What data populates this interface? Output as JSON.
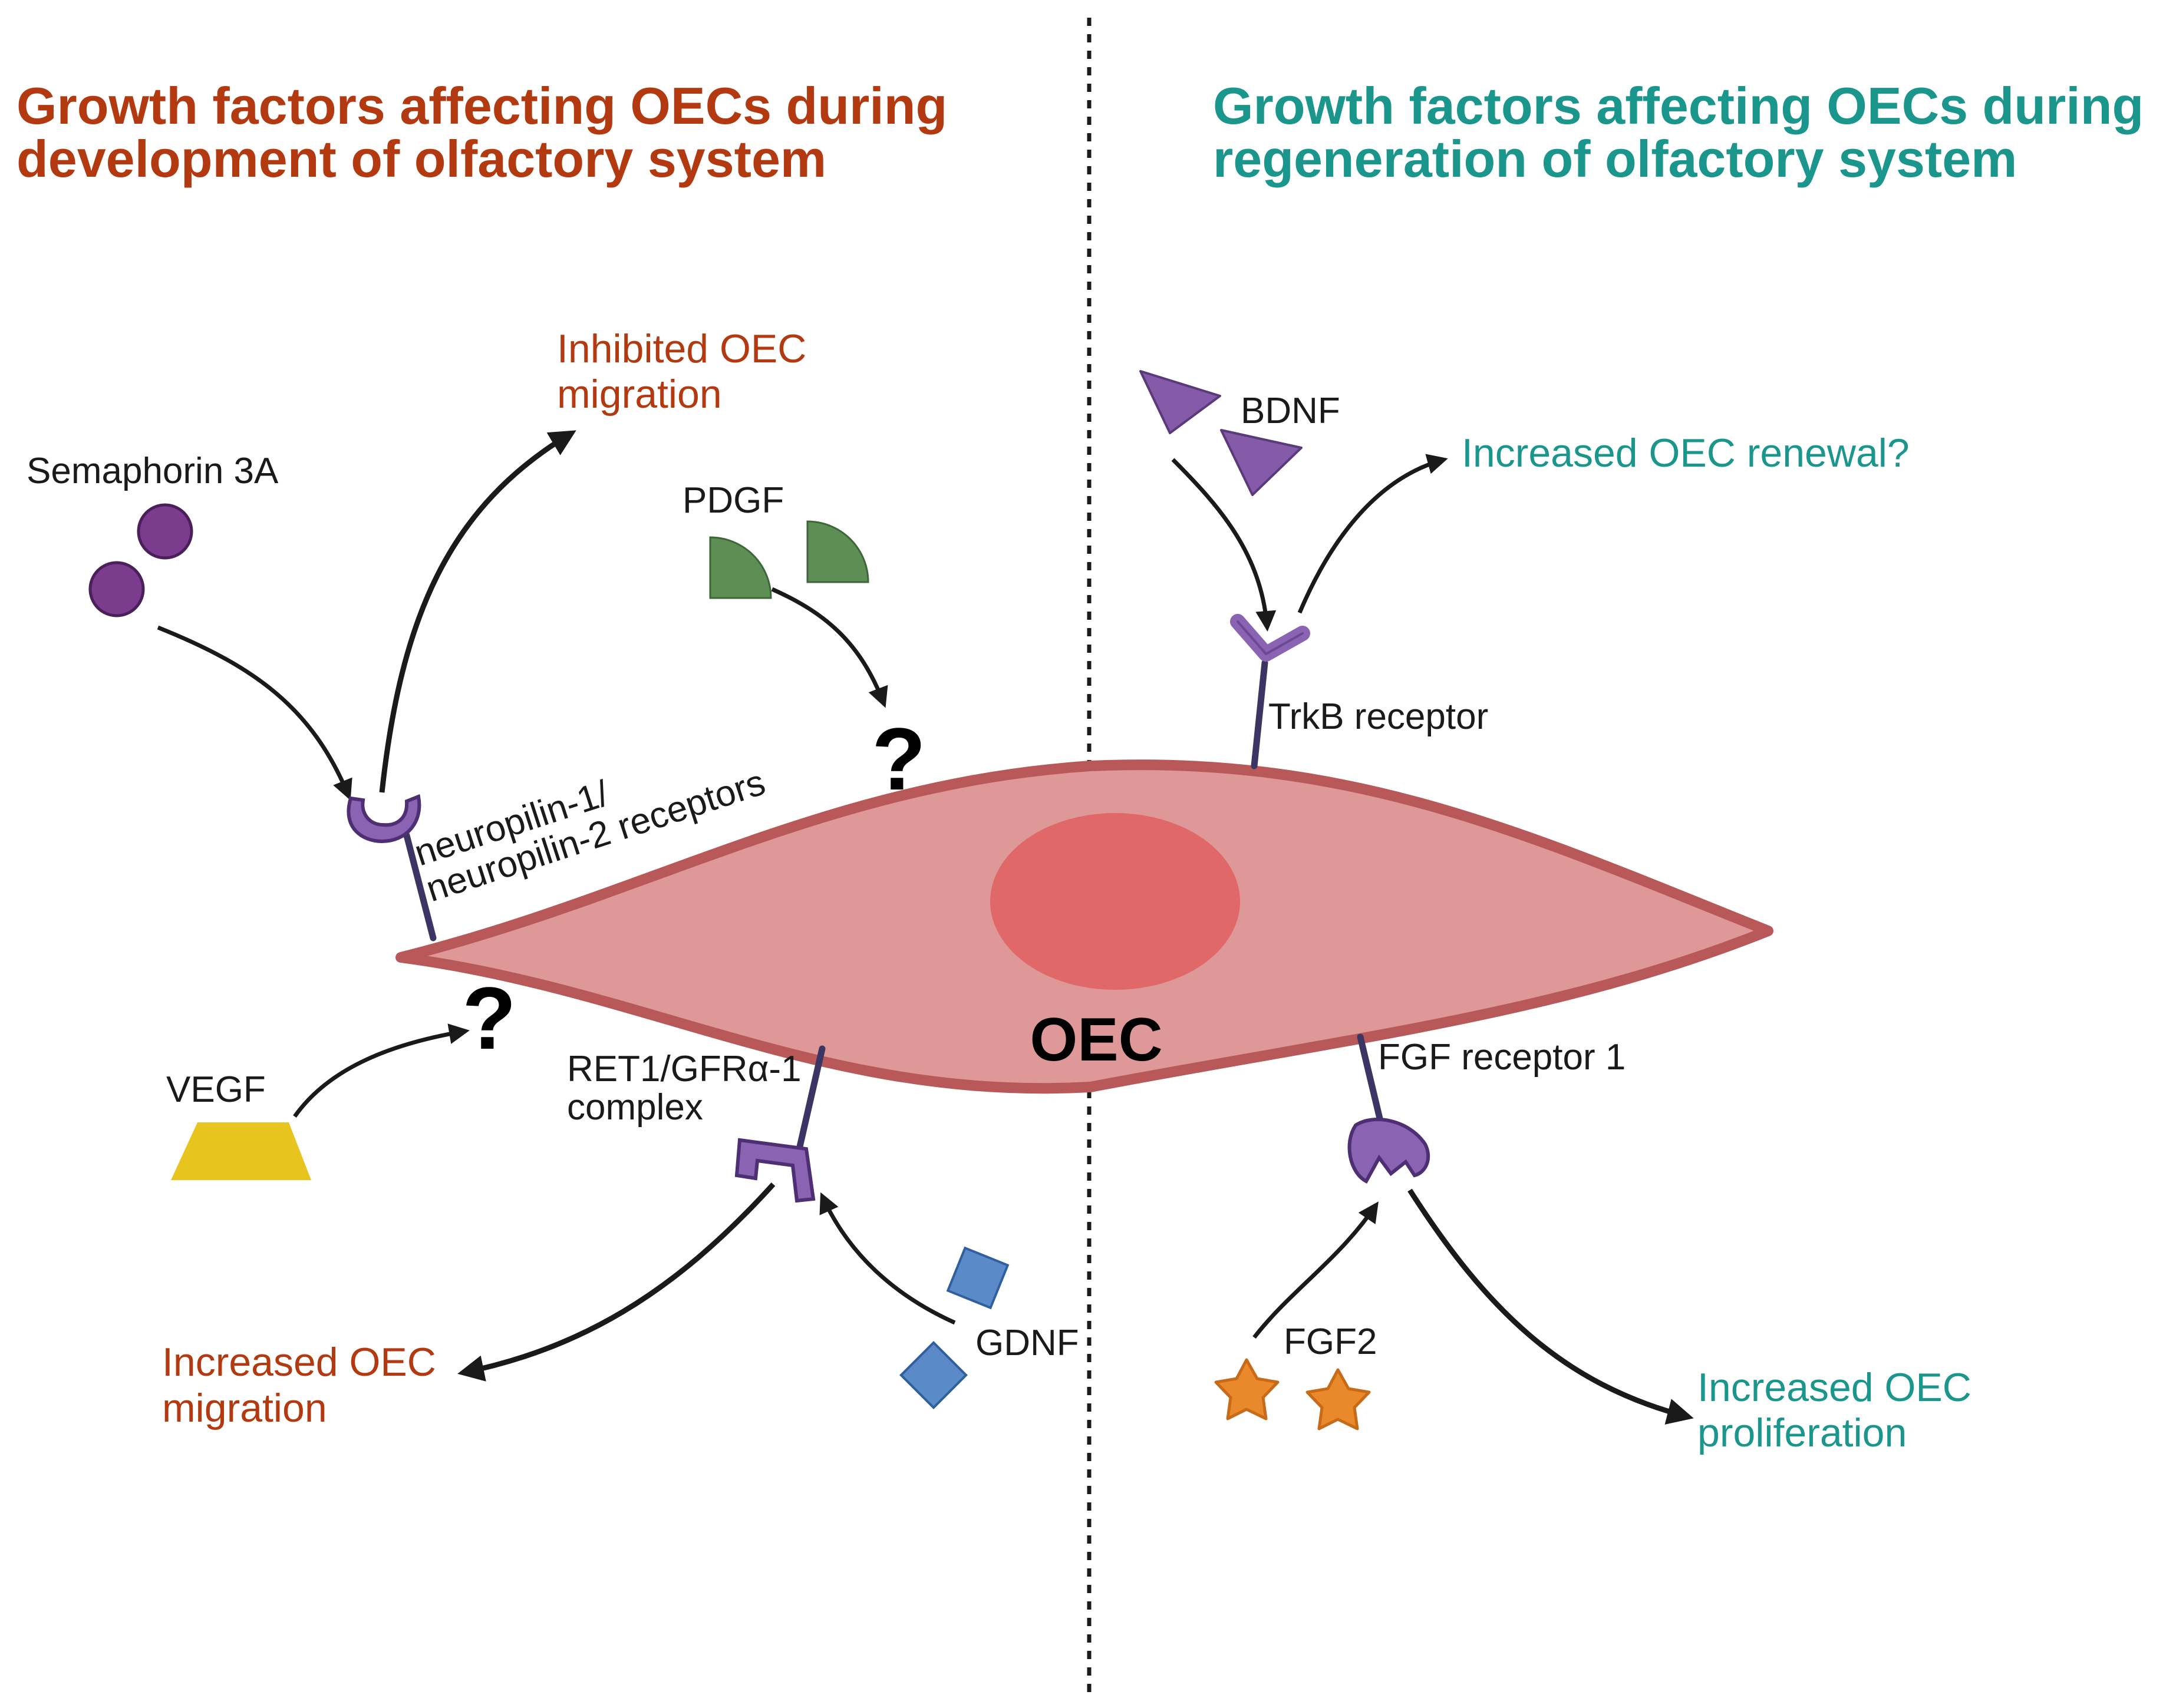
{
  "titles": {
    "development": [
      "Growth factors affecting OECs during",
      "development of olfactory system"
    ],
    "regeneration": [
      "Growth factors affecting OECs during",
      "regeneration of olfactory system"
    ]
  },
  "colors": {
    "development": "#b33a10",
    "regeneration": "#1a968c",
    "cell_fill": "#de9898",
    "cell_stroke": "#b95858",
    "nucleus": "#e06868",
    "semaphorin": "#7b3c8e",
    "pdgf": "#5d8f55",
    "vegf": "#e8c51e",
    "gdnf": "#5b8ac9",
    "bdnf": "#855aa8",
    "fgf2": "#e9892c",
    "receptor": "#8a63b3"
  },
  "cell": {
    "label": "OEC"
  },
  "development": {
    "factors": {
      "semaphorin": "Semaphorin 3A",
      "pdgf": "PDGF",
      "vegf": "VEGF",
      "gdnf": "GDNF"
    },
    "receptors": {
      "neuropilin": [
        "neuropilin-1/",
        "neuropilin-2 receptors"
      ],
      "ret": [
        "RET1/GFRα-1",
        "complex"
      ]
    },
    "unknown_marker": "?",
    "outcomes": {
      "inhibited_migration": [
        "Inhibited OEC",
        "migration"
      ],
      "increased_migration": [
        "Increased OEC",
        "migration"
      ]
    }
  },
  "regeneration": {
    "factors": {
      "bdnf": "BDNF",
      "fgf2": "FGF2"
    },
    "receptors": {
      "trkb": "TrkB receptor",
      "fgfr1": "FGF receptor 1"
    },
    "outcomes": {
      "renewal": "Increased OEC renewal?",
      "proliferation": [
        "Increased OEC",
        "proliferation"
      ]
    }
  }
}
